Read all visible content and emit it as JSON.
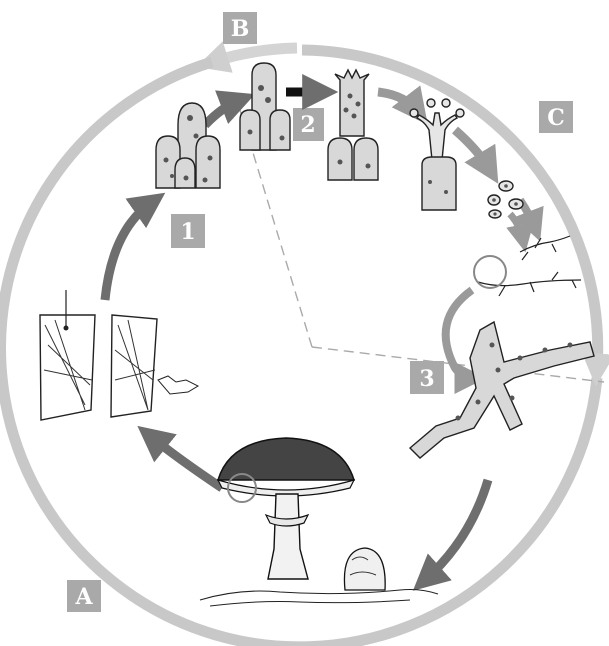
{
  "labels": {
    "A": "A",
    "B": "B",
    "C": "C",
    "step1": "1",
    "step2": "2",
    "step3": "3"
  },
  "colors": {
    "outer_ring": "#c8c8c8",
    "label_box": "#a9a9a9",
    "arrow_dark": "#6e6e6e",
    "arrow_light": "#9a9a9a",
    "arrow_black": "#111111"
  }
}
